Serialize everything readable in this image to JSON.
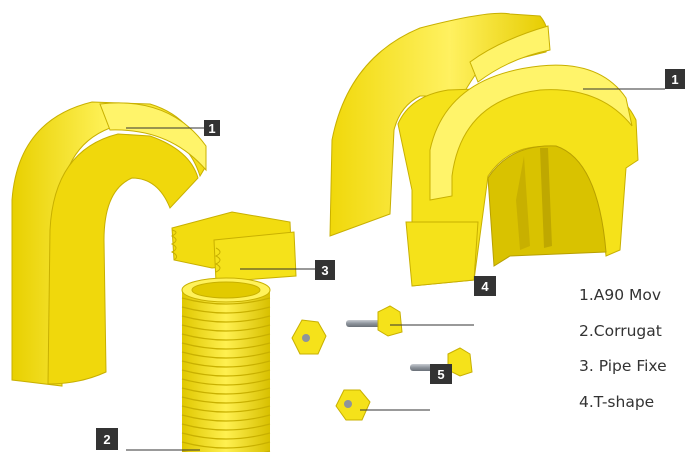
{
  "colors": {
    "part_fill": "#f5e21a",
    "part_shadow": "#d9c200",
    "part_highlight": "#fff46a",
    "callout_box": "#333333",
    "leader_line": "#333333",
    "legend_text": "#333333"
  },
  "callouts": [
    {
      "number": "1",
      "part": "elbow-cover-left"
    },
    {
      "number": "1",
      "part": "tee-cover-right"
    },
    {
      "number": "2",
      "part": "corrugated-pipe"
    },
    {
      "number": "3",
      "part": "pipe-fixer"
    },
    {
      "number": "4",
      "part": "t-shape-bolt"
    },
    {
      "number": "5",
      "part": "nut"
    }
  ],
  "legend": [
    "1.A90 Mov",
    "2.Corrugat",
    "3. Pipe Fixe",
    "4.T-shape"
  ]
}
